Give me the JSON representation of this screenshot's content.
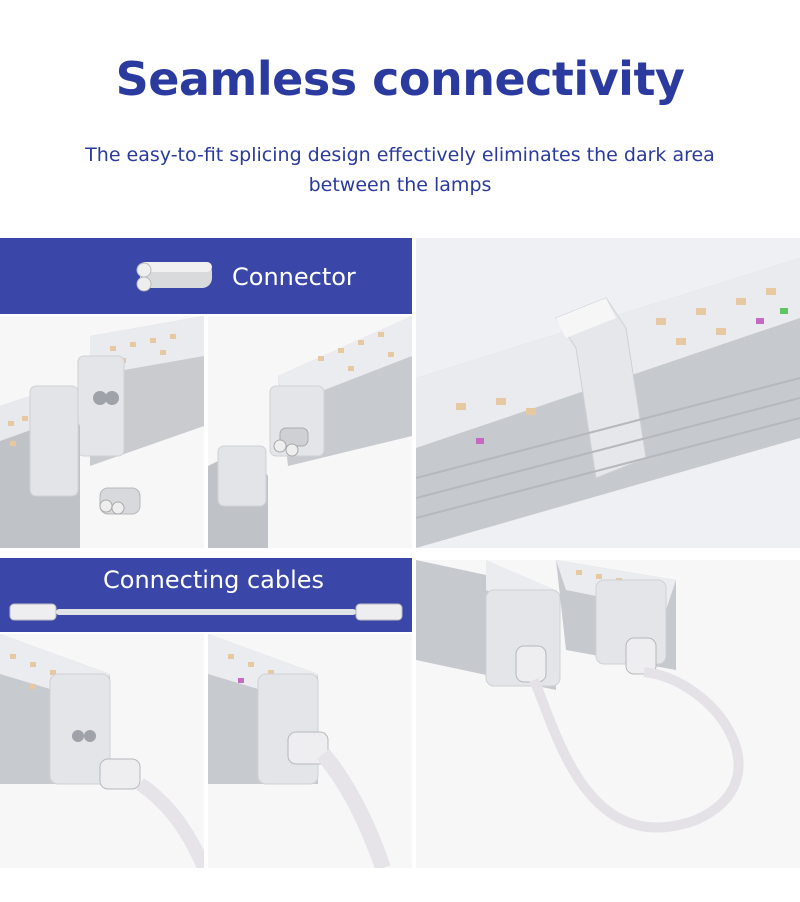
{
  "header": {
    "title": "Seamless connectivity",
    "subtitle": "The easy-to-fit splicing design effectively eliminates the dark area between the lamps"
  },
  "sections": {
    "connector": {
      "label": "Connector"
    },
    "cables": {
      "label": "Connecting cables"
    }
  },
  "colors": {
    "brand_blue": "#2b3a9e",
    "banner_blue": "#3a47a8"
  }
}
